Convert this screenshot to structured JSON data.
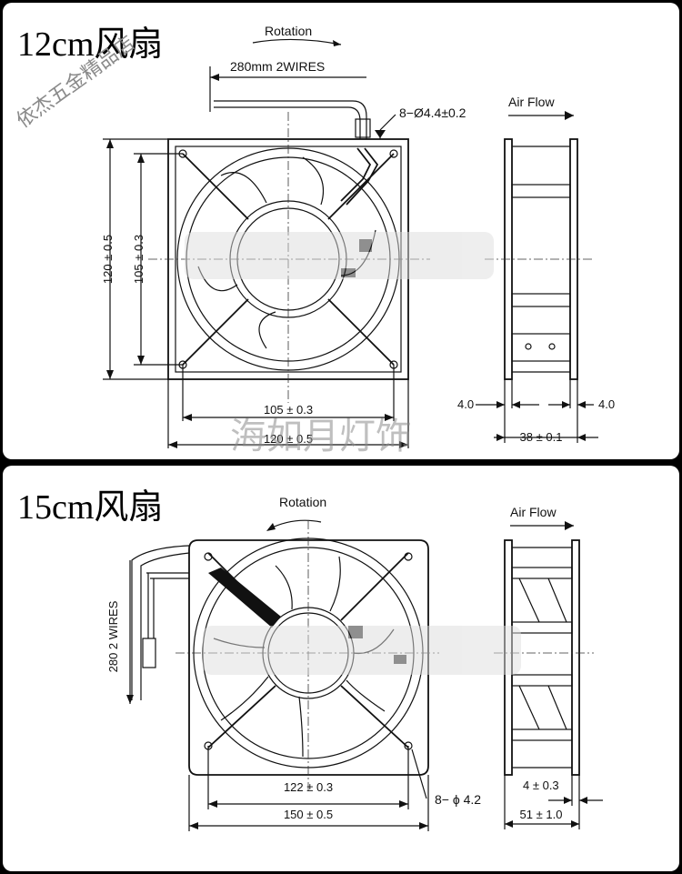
{
  "top": {
    "title": "12cm风扇",
    "rotation_label": "Rotation",
    "wire_label": "280mm 2WIRES",
    "hole_label": "8−Ø4.4±0.2",
    "airflow_label": "Air Flow",
    "dim_height_outer": "120 ± 0.5",
    "dim_height_inner": "105 ± 0.3",
    "dim_width_inner": "105 ± 0.3",
    "dim_width_outer": "120 ± 0.5",
    "dim_side_left": "4.0",
    "dim_side_right": "4.0",
    "dim_depth": "38 ± 0.1",
    "watermark_shop": "依杰五金精品店",
    "watermark_shop2": "海如月灯饰"
  },
  "bottom": {
    "title": "15cm风扇",
    "rotation_label": "Rotation",
    "airflow_label": "Air Flow",
    "wire_label": "280  2 WIRES",
    "dim_width_inner": "122 ± 0.3",
    "dim_width_outer": "150 ± 0.5",
    "hole_label": "8− ϕ 4.2",
    "dim_side": "4 ± 0.3",
    "dim_depth": "51 ± 1.0"
  }
}
